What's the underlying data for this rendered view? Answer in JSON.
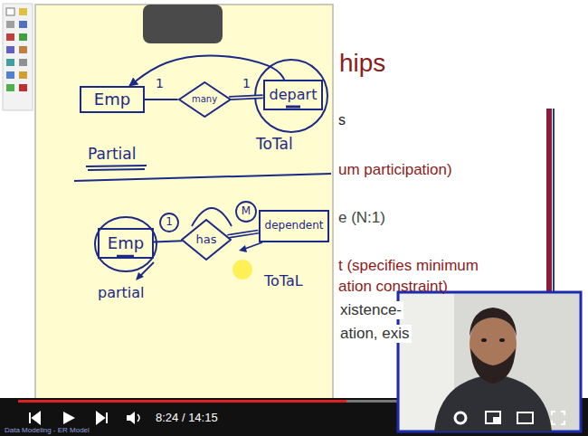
{
  "diagram": {
    "nodes": [
      {
        "text": [
          "Emp"
        ]
      },
      {
        "text": [
          "many"
        ]
      },
      {
        "text": [
          "depart"
        ]
      },
      {
        "text": [
          "Emp"
        ]
      },
      {
        "text": [
          "has"
        ]
      },
      {
        "text": [
          "dependent"
        ]
      }
    ],
    "edges": [
      {
        "from": 0,
        "to": 1,
        "arrow": "none"
      },
      {
        "from": 1,
        "to": 2,
        "arrow": "none"
      },
      {
        "from": 2,
        "to": 0,
        "arrow": "to"
      },
      {
        "from": 3,
        "to": 4,
        "arrow": "none"
      },
      {
        "from": 4,
        "to": 5,
        "arrow": "none"
      }
    ],
    "labels": [
      "1",
      "1",
      "Partial",
      "ToTal",
      "1",
      "M",
      "partial",
      "ToTaL",
      "hips",
      "s",
      "um participation)",
      "e (N:1)",
      "t (specifies minimum",
      "ation constraint)",
      "xistence-",
      "ation, exis",
      "8:24 / 14:15",
      "Data Modeling - ER Model"
    ]
  }
}
